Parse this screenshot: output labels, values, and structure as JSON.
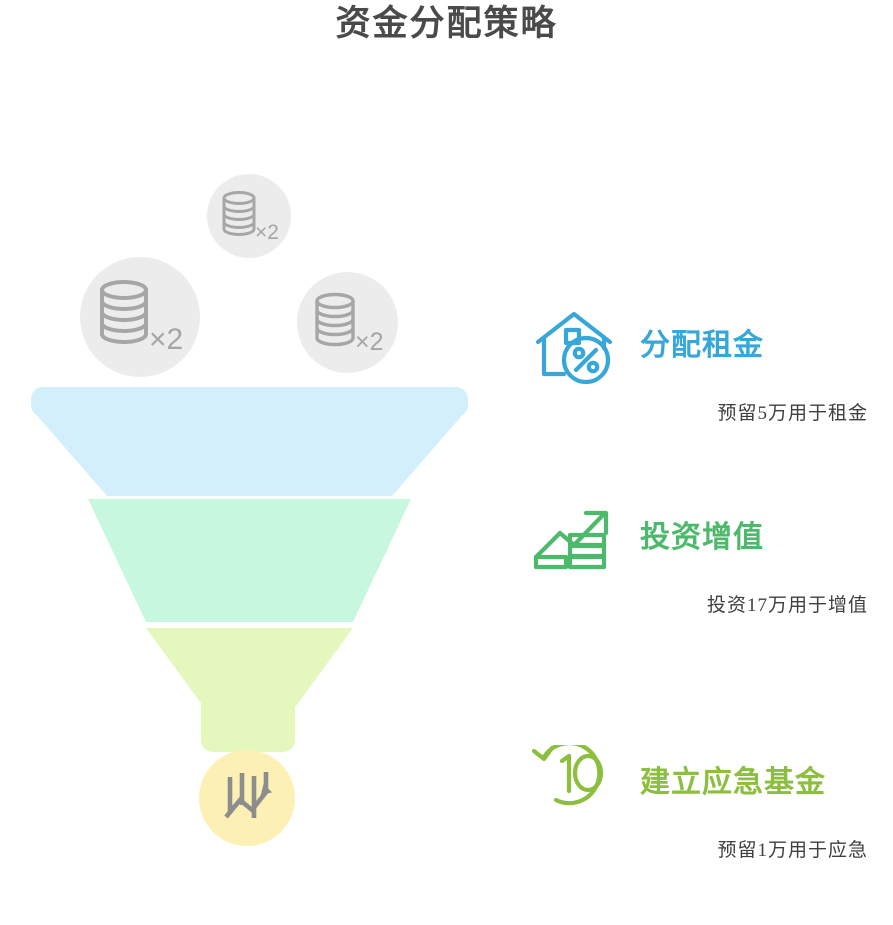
{
  "page": {
    "title": "资金分配策略",
    "background_color": "#ffffff",
    "title_color": "#4a4a4a"
  },
  "funnel": {
    "name": "allocation-funnel",
    "bands": [
      {
        "id": "band-rent",
        "color": "#d3effb",
        "label": ""
      },
      {
        "id": "band-invest",
        "color": "#c7f8df",
        "label": ""
      },
      {
        "id": "band-emergency",
        "color": "#e4f7bd",
        "label": ""
      }
    ],
    "outlet": {
      "id": "funnel-outlet",
      "color": "#fdf0b4",
      "icon": "growth-chart-icon",
      "icon_color": "#8d8d8d"
    },
    "inputs": [
      {
        "id": "coin-bubble-top",
        "multiplier": "×2",
        "icon": "coin-stack-icon",
        "bubble_color": "#ececec",
        "icon_color": "#a6a6a6"
      },
      {
        "id": "coin-bubble-left",
        "multiplier": "×2",
        "icon": "coin-stack-icon",
        "bubble_color": "#ececec",
        "icon_color": "#a6a6a6"
      },
      {
        "id": "coin-bubble-right",
        "multiplier": "×2",
        "icon": "coin-stack-icon",
        "bubble_color": "#ececec",
        "icon_color": "#a6a6a6"
      }
    ]
  },
  "steps": [
    {
      "id": "step-rent",
      "icon": "house-percent-icon",
      "heading": "分配租金",
      "description": "预留5万用于租金",
      "color": "#37a7d9"
    },
    {
      "id": "step-invest",
      "icon": "growth-coins-icon",
      "heading": "投资增值",
      "description": "投资17万用于增值",
      "color": "#4cb96b"
    },
    {
      "id": "step-emergency",
      "icon": "refresh-ten-icon",
      "heading": "建立应急基金",
      "description": "预留1万用于应急",
      "color": "#8dbf3f"
    }
  ]
}
